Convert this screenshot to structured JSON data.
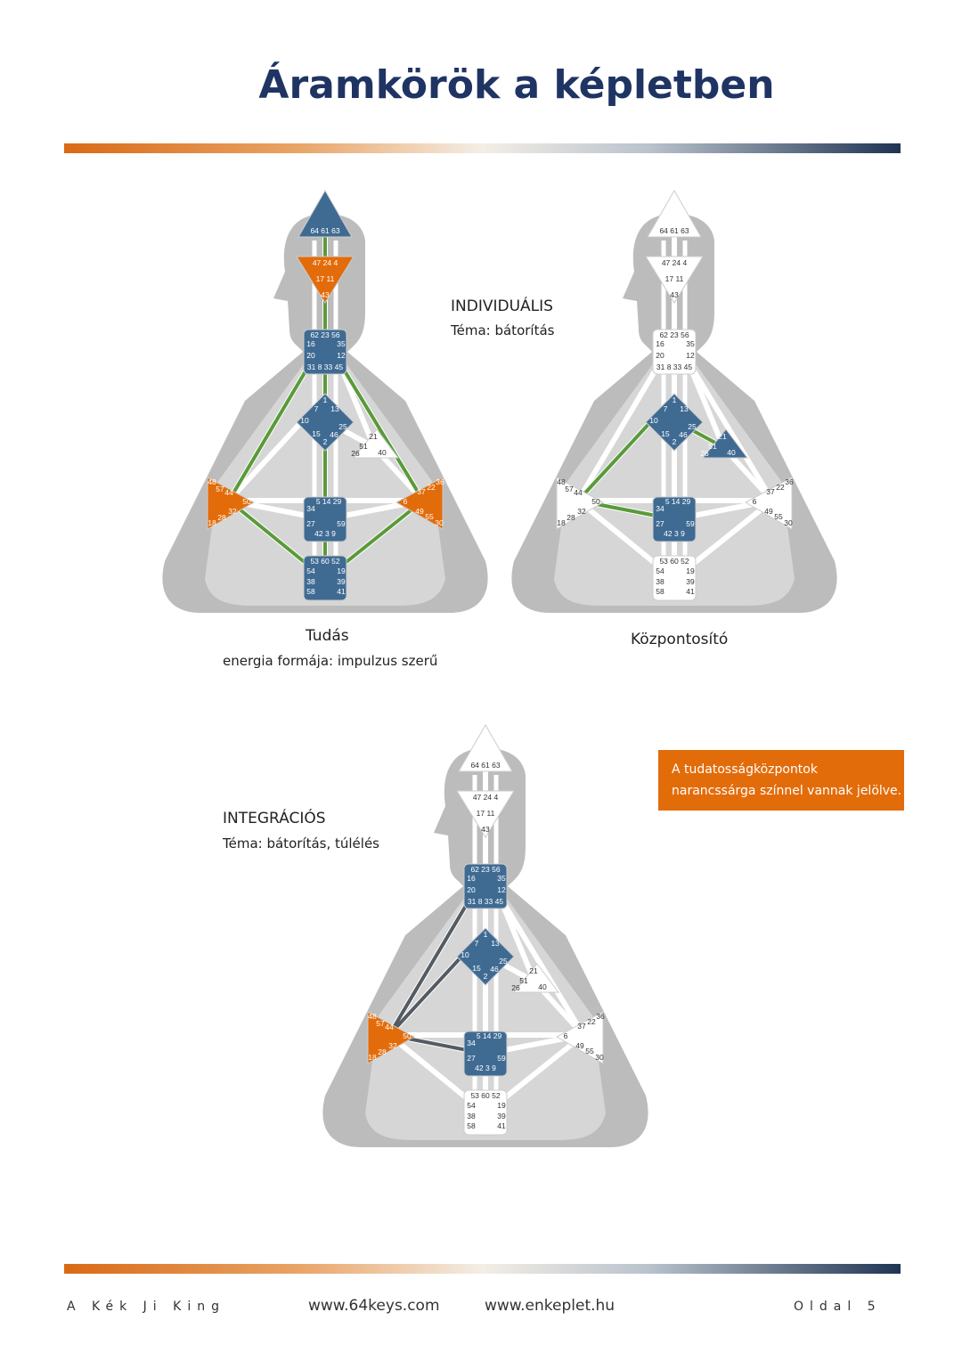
{
  "title": "Áramkörök a képletben",
  "charts": [
    {
      "name": "individual",
      "heading": "INDIVIDUÁLIS",
      "theme": "Téma: bátorítás",
      "head_color": "#3f6b93",
      "ajna_color": "#e36c0a",
      "throat_color": "#3f6b93",
      "g_color": "#3f6b93",
      "ego_color": "#ffffff",
      "spleen_color": "#e36c0a",
      "solar_color": "#e36c0a",
      "sacral_color": "#3f6b93",
      "root_color": "#3f6b93",
      "channels": [
        {
          "from": "head",
          "to": "ajna",
          "color": "#5a9a3a"
        },
        {
          "from": "ajna",
          "to": "throat",
          "color": "#5a9a3a"
        },
        {
          "from": "throat_l",
          "to": "spleen",
          "color": "#5a9a3a"
        },
        {
          "from": "throat_r",
          "to": "solar",
          "color": "#5a9a3a"
        },
        {
          "from": "throat_c",
          "to": "sacral",
          "color": "#5a9a3a"
        },
        {
          "from": "sacral",
          "to": "root",
          "color": "#5a9a3a"
        },
        {
          "from": "spleen",
          "to": "root",
          "color": "#5a9a3a"
        },
        {
          "from": "solar",
          "to": "root",
          "color": "#5a9a3a"
        }
      ]
    },
    {
      "name": "centering",
      "head_color": "#ffffff",
      "ajna_color": "#ffffff",
      "throat_color": "#ffffff",
      "g_color": "#3f6b93",
      "ego_color": "#3f6b93",
      "spleen_color": "#ffffff",
      "solar_color": "#ffffff",
      "sacral_color": "#3f6b93",
      "root_color": "#ffffff",
      "channels": [
        {
          "from": "g",
          "to": "ego",
          "color": "#5a9a3a"
        },
        {
          "from": "g_l",
          "to": "spleen",
          "color": "#5a9a3a"
        },
        {
          "from": "spleen",
          "to": "sacral",
          "color": "#5a9a3a"
        }
      ]
    },
    {
      "name": "integration",
      "heading": "INTEGRÁCIÓS",
      "theme": "Téma: bátorítás, túlélés",
      "head_color": "#ffffff",
      "ajna_color": "#ffffff",
      "throat_color": "#3f6b93",
      "g_color": "#3f6b93",
      "ego_color": "#ffffff",
      "spleen_color": "#e36c0a",
      "solar_color": "#ffffff",
      "sacral_color": "#3f6b93",
      "root_color": "#ffffff",
      "channels": [
        {
          "from": "throat_l",
          "to": "spleen",
          "color": "#555b63"
        },
        {
          "from": "g_l",
          "to": "spleen",
          "color": "#555b63"
        },
        {
          "from": "spleen",
          "to": "sacral",
          "color": "#555b63"
        }
      ]
    }
  ],
  "captions": {
    "knowledge": "Tudás",
    "energy": "energia formája: impulzus szerű",
    "centering": "Központosító"
  },
  "gates": {
    "head": [
      "64",
      "61",
      "63"
    ],
    "ajna_top": [
      "47",
      "24",
      "4"
    ],
    "ajna_mid": [
      "17",
      "11"
    ],
    "ajna_bot": "43",
    "throat": [
      "62",
      "23",
      "56",
      "16",
      "35",
      "20",
      "12",
      "31",
      "8",
      "33",
      "45"
    ],
    "g": [
      "1",
      "7",
      "13",
      "10",
      "25",
      "15",
      "46",
      "2"
    ],
    "ego": [
      "21",
      "51",
      "26",
      "40"
    ],
    "spleen": [
      "48",
      "57",
      "44",
      "50",
      "32",
      "28",
      "18"
    ],
    "solar": [
      "36",
      "22",
      "37",
      "6",
      "49",
      "55",
      "30"
    ],
    "sacral": [
      "5",
      "14",
      "29",
      "34",
      "27",
      "59",
      "42",
      "3",
      "9"
    ],
    "root": [
      "53",
      "60",
      "52",
      "54",
      "19",
      "38",
      "39",
      "58",
      "41"
    ]
  },
  "note": "A tudatosságközpontok narancssárga színnel vannak jelölve.",
  "footer": {
    "left": "A Kék Ji King",
    "url1": "www.64keys.com",
    "url2": "www.enkeplet.hu",
    "page": "Oldal 5"
  }
}
